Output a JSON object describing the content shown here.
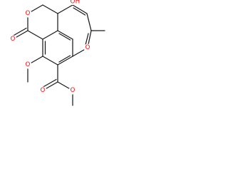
{
  "structure": {
    "colors": {
      "bond": "#1a1a1a",
      "carbon_label": "#1a1a1a",
      "heteroatom_label": "#ff0000",
      "background": "#ffffff"
    },
    "atom_labels": {
      "hydroxyl_oxygen": "O",
      "hydroxyl_hydrogen": "H",
      "lactone_ring_oxygen": "O",
      "lactone_carbonyl_oxygen": "O",
      "methoxy_oxygen": "O",
      "ring_ether_oxygen": "O",
      "ester_carbonyl_oxygen": "O",
      "ester_alkoxy_oxygen": "O"
    }
  }
}
